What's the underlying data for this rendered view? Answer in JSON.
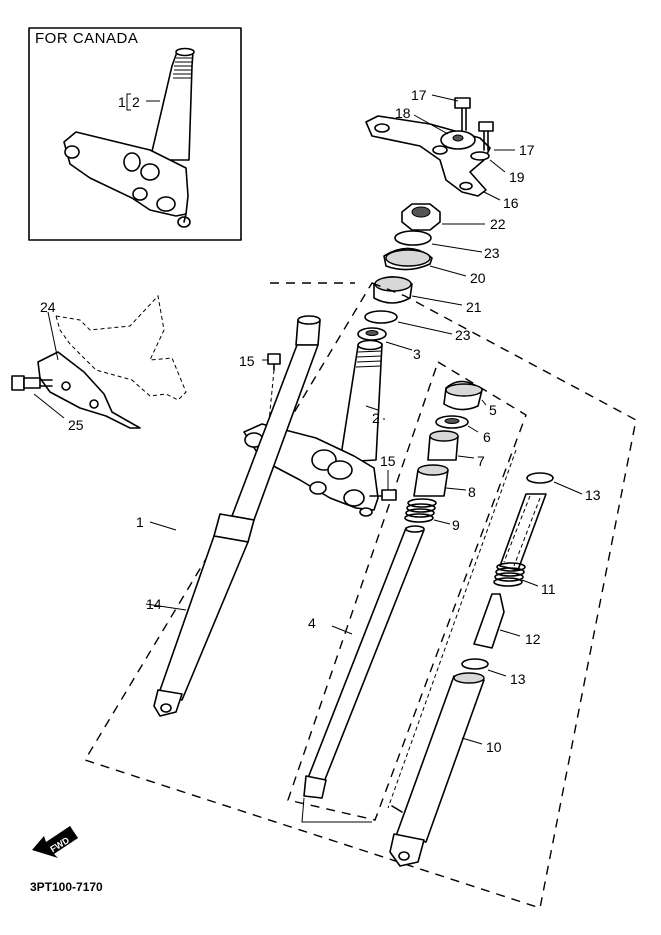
{
  "inset": {
    "title": "FOR CANADA",
    "callout_outer": "1",
    "callout_inner": "2"
  },
  "labels": {
    "p1": "1",
    "p2": "2",
    "p3": "3",
    "p4": "4",
    "p5": "5",
    "p6": "6",
    "p7": "7",
    "p8": "8",
    "p9": "9",
    "p10": "10",
    "p11": "11",
    "p12": "12",
    "p13a": "13",
    "p13b": "13",
    "p14": "14",
    "p15a": "15",
    "p15b": "15",
    "p16": "16",
    "p17a": "17",
    "p17b": "17",
    "p18": "18",
    "p19": "19",
    "p20": "20",
    "p21": "21",
    "p22": "22",
    "p23a": "23",
    "p23b": "23",
    "p24": "24",
    "p25": "25"
  },
  "fwd_badge": "FWD",
  "diagram_code": "3PT100-7170"
}
